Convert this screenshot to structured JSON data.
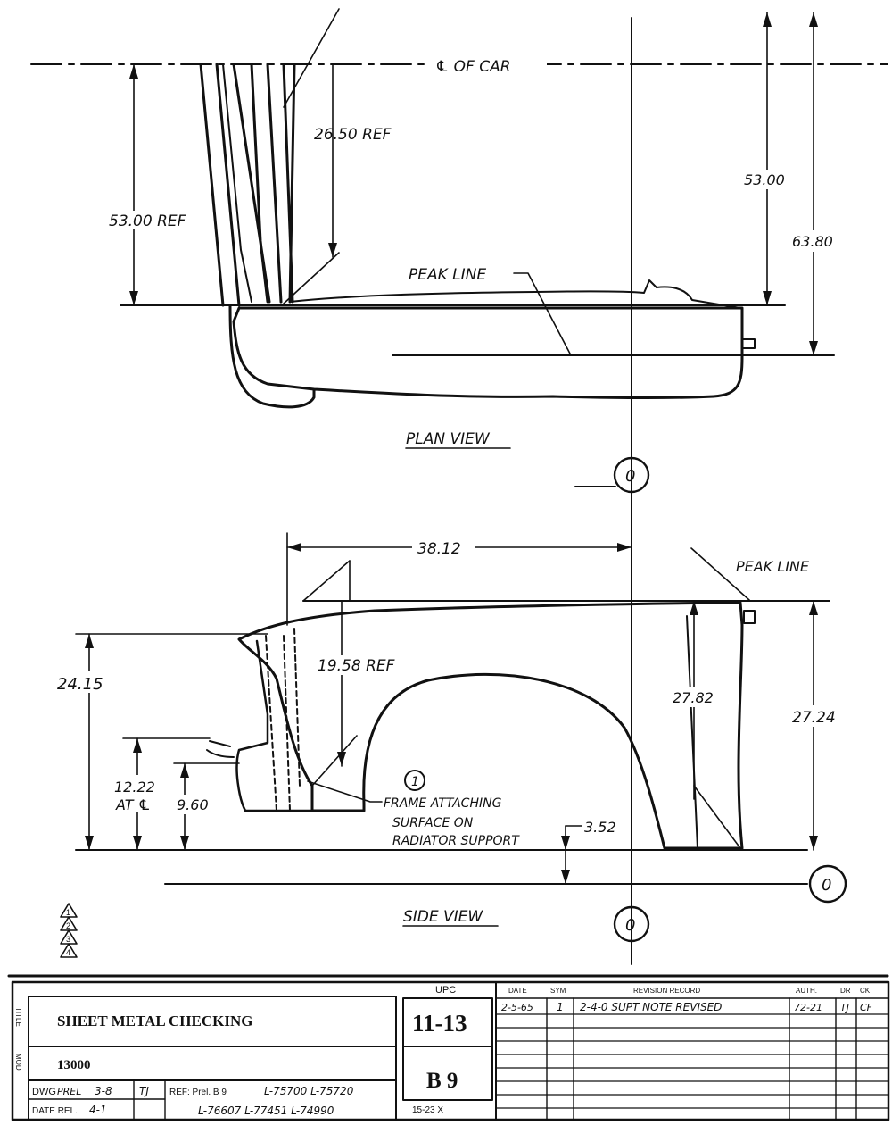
{
  "plan_view": {
    "title": "PLAN VIEW",
    "centerline": "℄ OF CAR",
    "peak_line": "PEAK LINE",
    "dims": {
      "d1": "53.00 REF",
      "d2": "26.50 REF",
      "d3": "53.00",
      "d4": "63.80"
    }
  },
  "side_view": {
    "title": "SIDE VIEW",
    "peak_line": "PEAK LINE",
    "dims": {
      "width": "38.12",
      "height_ref": "19.58 REF",
      "left_total": "24.15",
      "at_c_a": "12.22",
      "at_c_b": "AT ℄",
      "small": "9.60",
      "right_a": "27.82",
      "right_b": "27.24",
      "offset": "3.52"
    },
    "note_number": "1",
    "note_lines": [
      "FRAME ATTACHING",
      "SURFACE ON",
      "RADIATOR SUPPORT"
    ]
  },
  "markers": {
    "zero": "0"
  },
  "rev_triangles": [
    "1",
    "2",
    "3",
    "4"
  ],
  "title_block": {
    "title_label": "TITLE",
    "title_value": "SHEET METAL CHECKING",
    "mod_label": "MOD",
    "mod_value": "13000",
    "dwg_label": "DWG",
    "prel_label": "PREL",
    "prel_value": "3-8",
    "date_rel_label": "DATE REL.",
    "date_rel_value": "4-1",
    "initials": "TJ",
    "ref_label": "REF: Prel. B 9",
    "ref_line1": "L-75700   L-75720",
    "ref_line2": "L-76607   L-77451   L-74990",
    "upc_label": "UPC",
    "upc_value": "11-13",
    "sheet_value": "B 9",
    "sheet_note": "15-23   X",
    "rev_headers": {
      "date": "DATE",
      "sym": "SYM",
      "record": "REVISION RECORD",
      "auth": "AUTH.",
      "dr": "DR",
      "ck": "CK"
    },
    "revision": {
      "date": "2-5-65",
      "sym": "1",
      "record": "2-4-0 SUPT NOTE REVISED",
      "auth": "72-21",
      "dr": "TJ",
      "ck": "CF"
    }
  }
}
